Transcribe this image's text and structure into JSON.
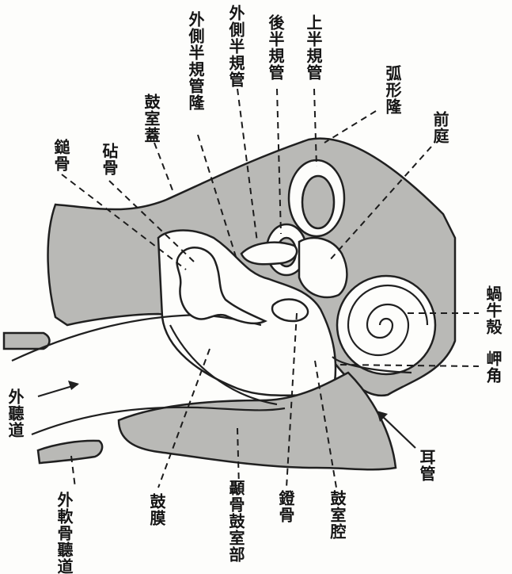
{
  "labels": {
    "lateral_canal_prominence": "外側半規管隆",
    "lateral_canal": "外側半規管",
    "posterior_canal": "後半規管",
    "superior_canal": "上半規管",
    "arcuate_eminence": "弧形隆",
    "vestibule": "前庭",
    "tegmen": "鼓室蓋",
    "malleus": "鎚骨",
    "incus": "砧骨",
    "cochlea": "蝸牛殻",
    "promontory": "岬角",
    "external_canal": "外聽道",
    "ear_tube": "耳管",
    "cartilage_canal": "外軟骨聽道",
    "tympanic_membrane": "鼓膜",
    "temporal_tympanic_part": "顳骨鼓室部",
    "stapes": "鐙骨",
    "tympanic_cavity": "鼓室腔"
  }
}
